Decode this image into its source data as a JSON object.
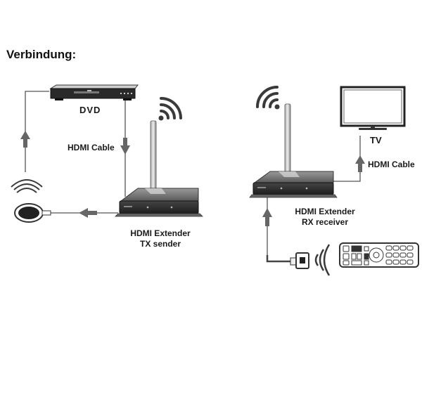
{
  "heading": "Verbindung:",
  "labels": {
    "dvd": "DVD",
    "hdmi_cable_left": "HDMI Cable",
    "tx_line1": "HDMI Extender",
    "tx_line2": "TX sender",
    "tv": "TV",
    "hdmi_cable_right": "HDMI Cable",
    "rx_line1": "HDMI Extender",
    "rx_line2": "RX receiver"
  },
  "colors": {
    "line": "#555555",
    "arrow": "#666666",
    "device_dark": "#2b2b2b",
    "device_mid": "#6a6a6a",
    "wave": "#3a3a3a"
  },
  "icons": [
    "dvd-player-icon",
    "tv-icon",
    "tx-sender-icon",
    "rx-receiver-icon",
    "ir-emitter-icon",
    "ir-receiver-icon",
    "remote-control-icon",
    "wireless-signal-icon"
  ]
}
